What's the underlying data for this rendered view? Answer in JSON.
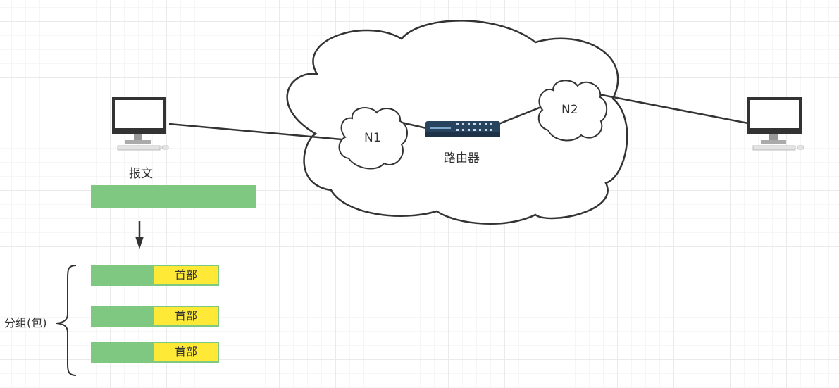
{
  "labels": {
    "message": "报文",
    "router": "路由器",
    "node1": "N1",
    "node2": "N2",
    "packets": "分组(包)"
  },
  "packets": [
    {
      "header": "首部"
    },
    {
      "header": "首部"
    },
    {
      "header": "首部"
    }
  ],
  "icons": {
    "left_host": "desktop-computer-icon",
    "right_host": "desktop-computer-icon",
    "router": "router-icon",
    "arrow": "arrow-down-icon",
    "brace": "left-curly-brace"
  },
  "colors": {
    "message_bar": "#7ec882",
    "packet_body": "#7ec882",
    "packet_header": "#fde936",
    "line": "#333333",
    "router_body": "#27435e"
  }
}
